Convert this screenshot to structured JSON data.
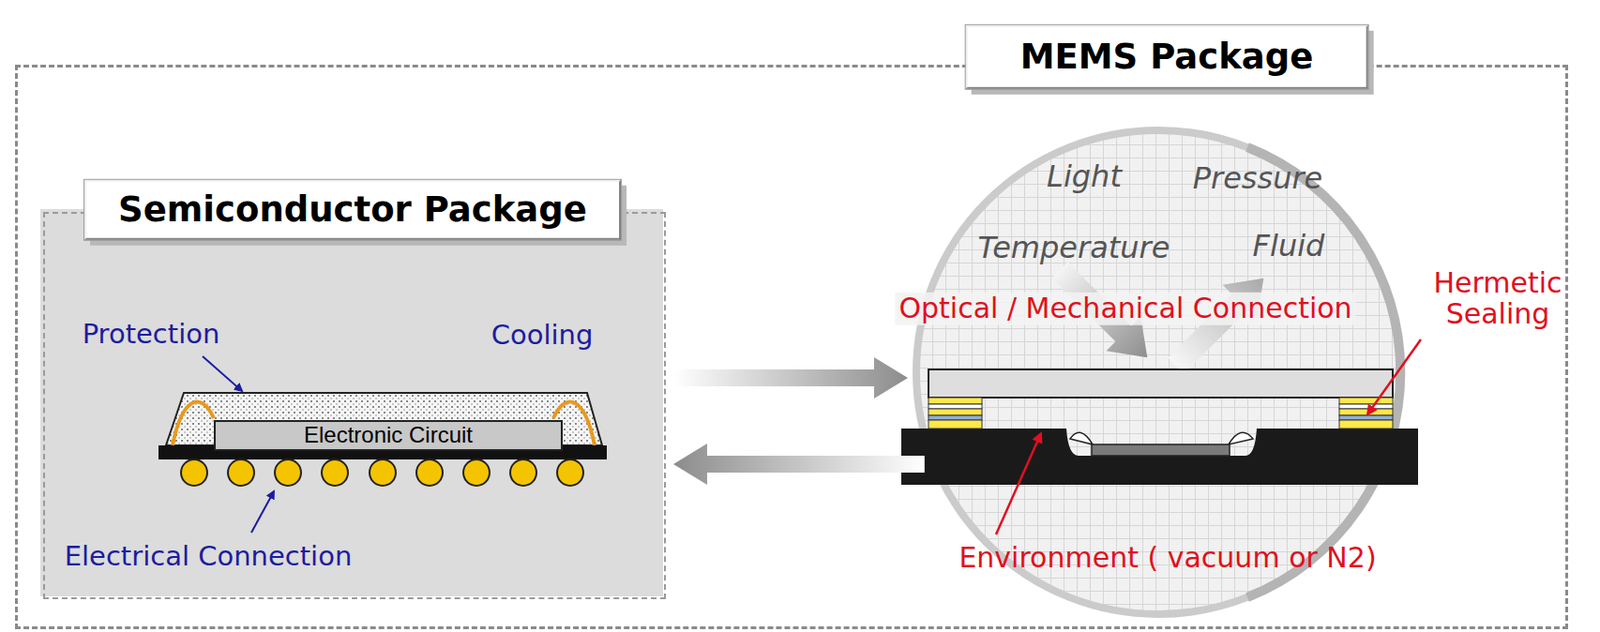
{
  "diagram": {
    "nodes": [
      {
        "text": [
          "MEMS Package"
        ]
      },
      {
        "text": [
          "Semiconductor Package"
        ],
        "in": 0
      },
      {
        "text": [
          "Electronic Circuit"
        ],
        "in": 1
      },
      {
        "text": [
          "Light",
          "Pressure",
          "Temperature",
          "Fluid"
        ],
        "in": 0
      }
    ],
    "edges": [
      {
        "from": 1,
        "to": 3,
        "arrow": "to"
      },
      {
        "from": 3,
        "to": 1,
        "arrow": "to"
      }
    ],
    "labels": [
      "Protection",
      "Cooling",
      "Electrical Connection",
      "Optical / Mechanical Connection",
      "Hermetic Sealing",
      "Environment ( vacuum or N2)"
    ]
  }
}
